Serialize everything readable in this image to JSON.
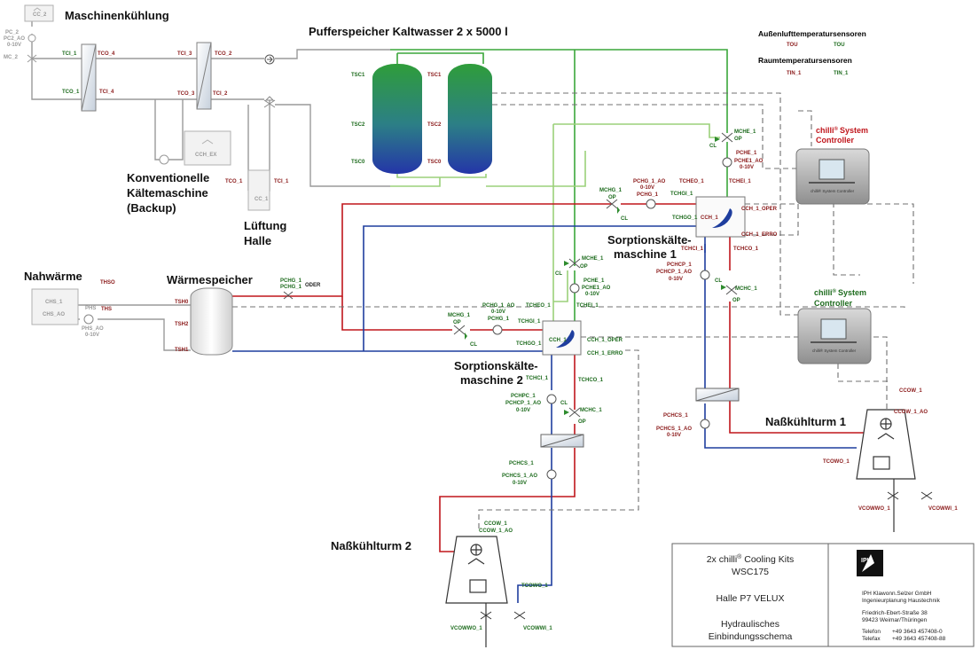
{
  "headings": {
    "maschinenkuehlung": "Maschinenkühlung",
    "pufferspeicher": "Pufferspeicher Kaltwasser 2 x 5000 l",
    "aussen_sensoren": "Außenlufttemperatursensoren",
    "raum_sensoren": "Raumtemperatursensoren",
    "konv_1": "Konventionelle",
    "konv_2": "Kältemaschine",
    "konv_3": "(Backup)",
    "lueftung_1": "Lüftung",
    "lueftung_2": "Halle",
    "nahwaerme": "Nahwärme",
    "waermespeicher": "Wärmespeicher",
    "sorption1_1": "Sorptionskälte-",
    "sorption1_2": "maschine 1",
    "sorption2_1": "Sorptionskälte-",
    "sorption2_2": "maschine 2",
    "turm1": "Naßkühlturm 1",
    "turm2": "Naßkühlturm 2",
    "controller1_brand": "chilli",
    "controller1_reg": "®",
    "controller1_word1": "System",
    "controller1_word2": "Controller",
    "controller2_brand": "chilli",
    "controller2_reg": "®",
    "controller2_word1": "System",
    "controller2_word2": "Controller",
    "controller_face_label": "chilli® System Controller"
  },
  "labels": {
    "cc2": "CC_2",
    "pc2": "PC_2",
    "pc2ao": "PC2_AO",
    "v010a": "0-10V",
    "mc2": "MC_2",
    "tci1": "TCI_1",
    "tco4": "TCO_4",
    "tci3": "TCI_3",
    "tco2": "TCO_2",
    "tco1a": "TCO_1",
    "tci4": "TCI_4",
    "tco3": "TCO_3",
    "tci2": "TCI_2",
    "cchex": "CCH_EX",
    "tco1b": "TCO_1",
    "tci1b": "TCI_1",
    "cc1": "CC_1",
    "tou1": "TOU",
    "tou2": "TOU",
    "tin1": "TIN_1",
    "tin2": "TIN_1",
    "tsc1a": "TSC1",
    "tsc2a": "TSC2",
    "tsc0a": "TSC0",
    "tsc1b": "TSC1",
    "tsc2b": "TSC2",
    "tsc0b": "TSC0",
    "mche1a": "MCHE_1",
    "op1": "OP",
    "cl1": "CL",
    "pche1a": "PCHE_1",
    "pche1aoa": "PCHE1_AO",
    "v010b": "0-10V",
    "tchei1a": "TCHEI_1",
    "mchg1a": "MCHG_1",
    "op2": "OP",
    "cl2": "CL",
    "pchg1aoa": "PCHG_1_AO",
    "v010c": "0-10V",
    "pchg1a": "PCHG_1",
    "tcheo1a": "TCHEO_1",
    "tchgi1a": "TCHGI_1",
    "tchgo1a": "TCHGO_1",
    "cch1a": "CCH_1",
    "cch1opera": "CCH_1_OPER",
    "cch1erroa": "CCH_1_ERRO",
    "tchci1a": "TCHCI_1",
    "tchco1a": "TCHCO_1",
    "pchcp1a": "PCHCP_1",
    "pchcp1aoa": "PCHCP_1_AO",
    "v010d": "0-10V",
    "cl3": "CL",
    "mchc1a": "MCHC_1",
    "op3": "OP",
    "pchcs1a": "PCHCS_1",
    "pchcs1aoa": "PCHCS_1_AO",
    "v010e": "0-10V",
    "ccow1a": "CCOW_1",
    "ccow1aoa": "CCOW_1_AO",
    "tcowo1a": "TCOWO_1",
    "vcowwo1a": "VCOWWO_1",
    "vcowwi1a": "VCOWWI_1",
    "mche1b": "MCHE_1",
    "op4": "OP",
    "cl4": "CL",
    "pche1b": "PCHE_1",
    "pche1aob": "PCHE1_AO",
    "v010f": "0-10V",
    "tchei1b": "TCHEI_1",
    "mchg1b": "MCHG_1",
    "op5": "OP",
    "cl5": "CL",
    "pchg1aob": "PCHG_1_AO",
    "v010g": "0-10V",
    "pchg1b": "PCHG_1",
    "tcheo1b": "TCHEO_1",
    "tchgi1b": "TCHGI_1",
    "tchgo1b": "TCHGO_1",
    "cch1b": "CCH_1",
    "cch1operb": "CCH_1_OPER",
    "cch1errob": "CCH_1_ERRO",
    "tchci1b": "TCHCI_1",
    "tchco1b": "TCHCO_1",
    "pchpc1b": "PCHPC_1",
    "pchcp1aob": "PCHCP_1_AO",
    "v010h": "0-10V",
    "cl6": "CL",
    "mchc1b": "MCHC_1",
    "op6": "OP",
    "pchcs1b": "PCHCS_1",
    "pchcs1aob": "PCHCS_1_AO",
    "v010i": "0-10V",
    "ccow1b": "CCOW_1",
    "ccow1aob": "CCOW_1_AO",
    "tcowo1b": "TCOWO_1",
    "vcowwo1b": "VCOWWO_1",
    "vcowwi1b": "VCOWWI_1",
    "thso": "THSO",
    "chs1": "CHS_1",
    "chsao": "CHS_AO",
    "phs": "PHS",
    "ths": "THS",
    "phsao": "PHS_AO",
    "v010j": "0-10V",
    "tsh0": "TSH0",
    "tsh2": "TSH2",
    "tsh1": "TSH1",
    "pchg1c": "PCHG_1",
    "pchg1d": "PCHG_1",
    "oder": "ODER"
  },
  "titleblock": {
    "line1_pre": "2x chilli",
    "line1_reg": "®",
    "line1_post": " Cooling Kits",
    "line2": "WSC175",
    "line3": "Halle P7 VELUX",
    "line4": "Hydraulisches",
    "line5": "Einbindungsschema",
    "logo": "IPH",
    "company1": "IPH Klawonn.Selzer GmbH",
    "company2": "Ingenieurplanung Haustechnik",
    "street": "Friedrich-Ebert-Straße 38",
    "city": "99423 Weimar/Thüringen",
    "tel_label": "Telefon",
    "tel": "+49 3643 457408-0",
    "fax_label": "Telefax",
    "fax": "+49 3643 457408-88"
  },
  "colors": {
    "hot": "#c0161c",
    "cold": "#1f3e9e",
    "chilled": "#3aa63a",
    "chilled_light": "#9bd07a",
    "grey": "#9a9a9a",
    "signal": "#707070",
    "label_red": "#8b1a1a",
    "label_green": "#1d6b1d"
  }
}
